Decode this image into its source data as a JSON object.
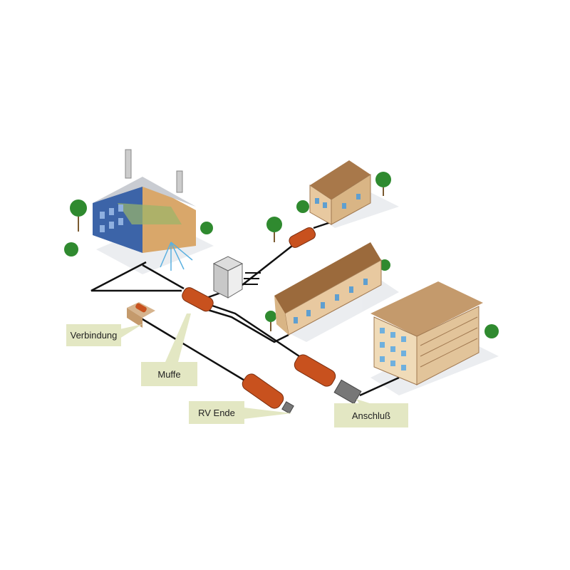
{
  "labels": {
    "verbindung": "Verbindung",
    "muffe": "Muffe",
    "rv_ende": "RV Ende",
    "anschluss": "Anschluß"
  },
  "colors": {
    "label_bg": "#e3e7c3",
    "sleeve": "#c8511e",
    "cable": "#111111",
    "building": "#e8c9a0",
    "roof": "#a8784a"
  }
}
